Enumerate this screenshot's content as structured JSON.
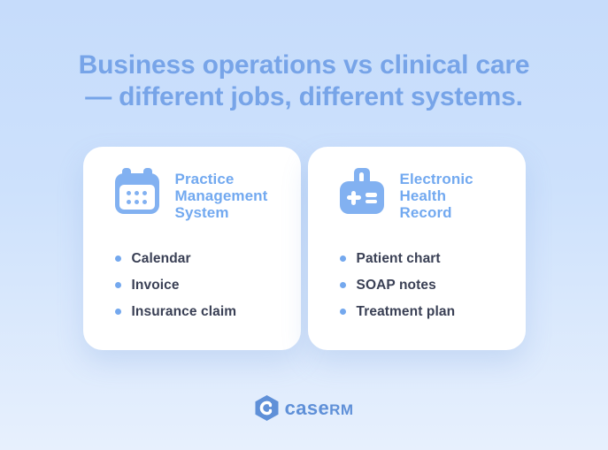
{
  "title": {
    "line1": "Business operations vs clinical care",
    "line2": "— different jobs, different systems."
  },
  "cards": [
    {
      "icon": "calendar-icon",
      "heading_lines": [
        "Practice",
        "Management",
        "System"
      ],
      "items": [
        "Calendar",
        "Invoice",
        "Insurance claim"
      ]
    },
    {
      "icon": "id-badge-plus-icon",
      "heading_lines": [
        "Electronic",
        "Health",
        "Record"
      ],
      "items": [
        "Patient chart",
        "SOAP notes",
        "Treatment plan"
      ]
    }
  ],
  "footer": {
    "logo_icon": "hexagon-c-icon",
    "brand_case": "case",
    "brand_rm": "RM"
  },
  "colors": {
    "background_top": "#c6dcfb",
    "background_bottom": "#e7f0fd",
    "title_text": "#77a4e8",
    "card_heading": "#72a9f0",
    "icon_blue": "#82b1f1",
    "bullet_blue": "#74a8ee",
    "body_text": "#3a4055",
    "card_background": "#ffffff",
    "logo_blue": "#5f90d8"
  }
}
